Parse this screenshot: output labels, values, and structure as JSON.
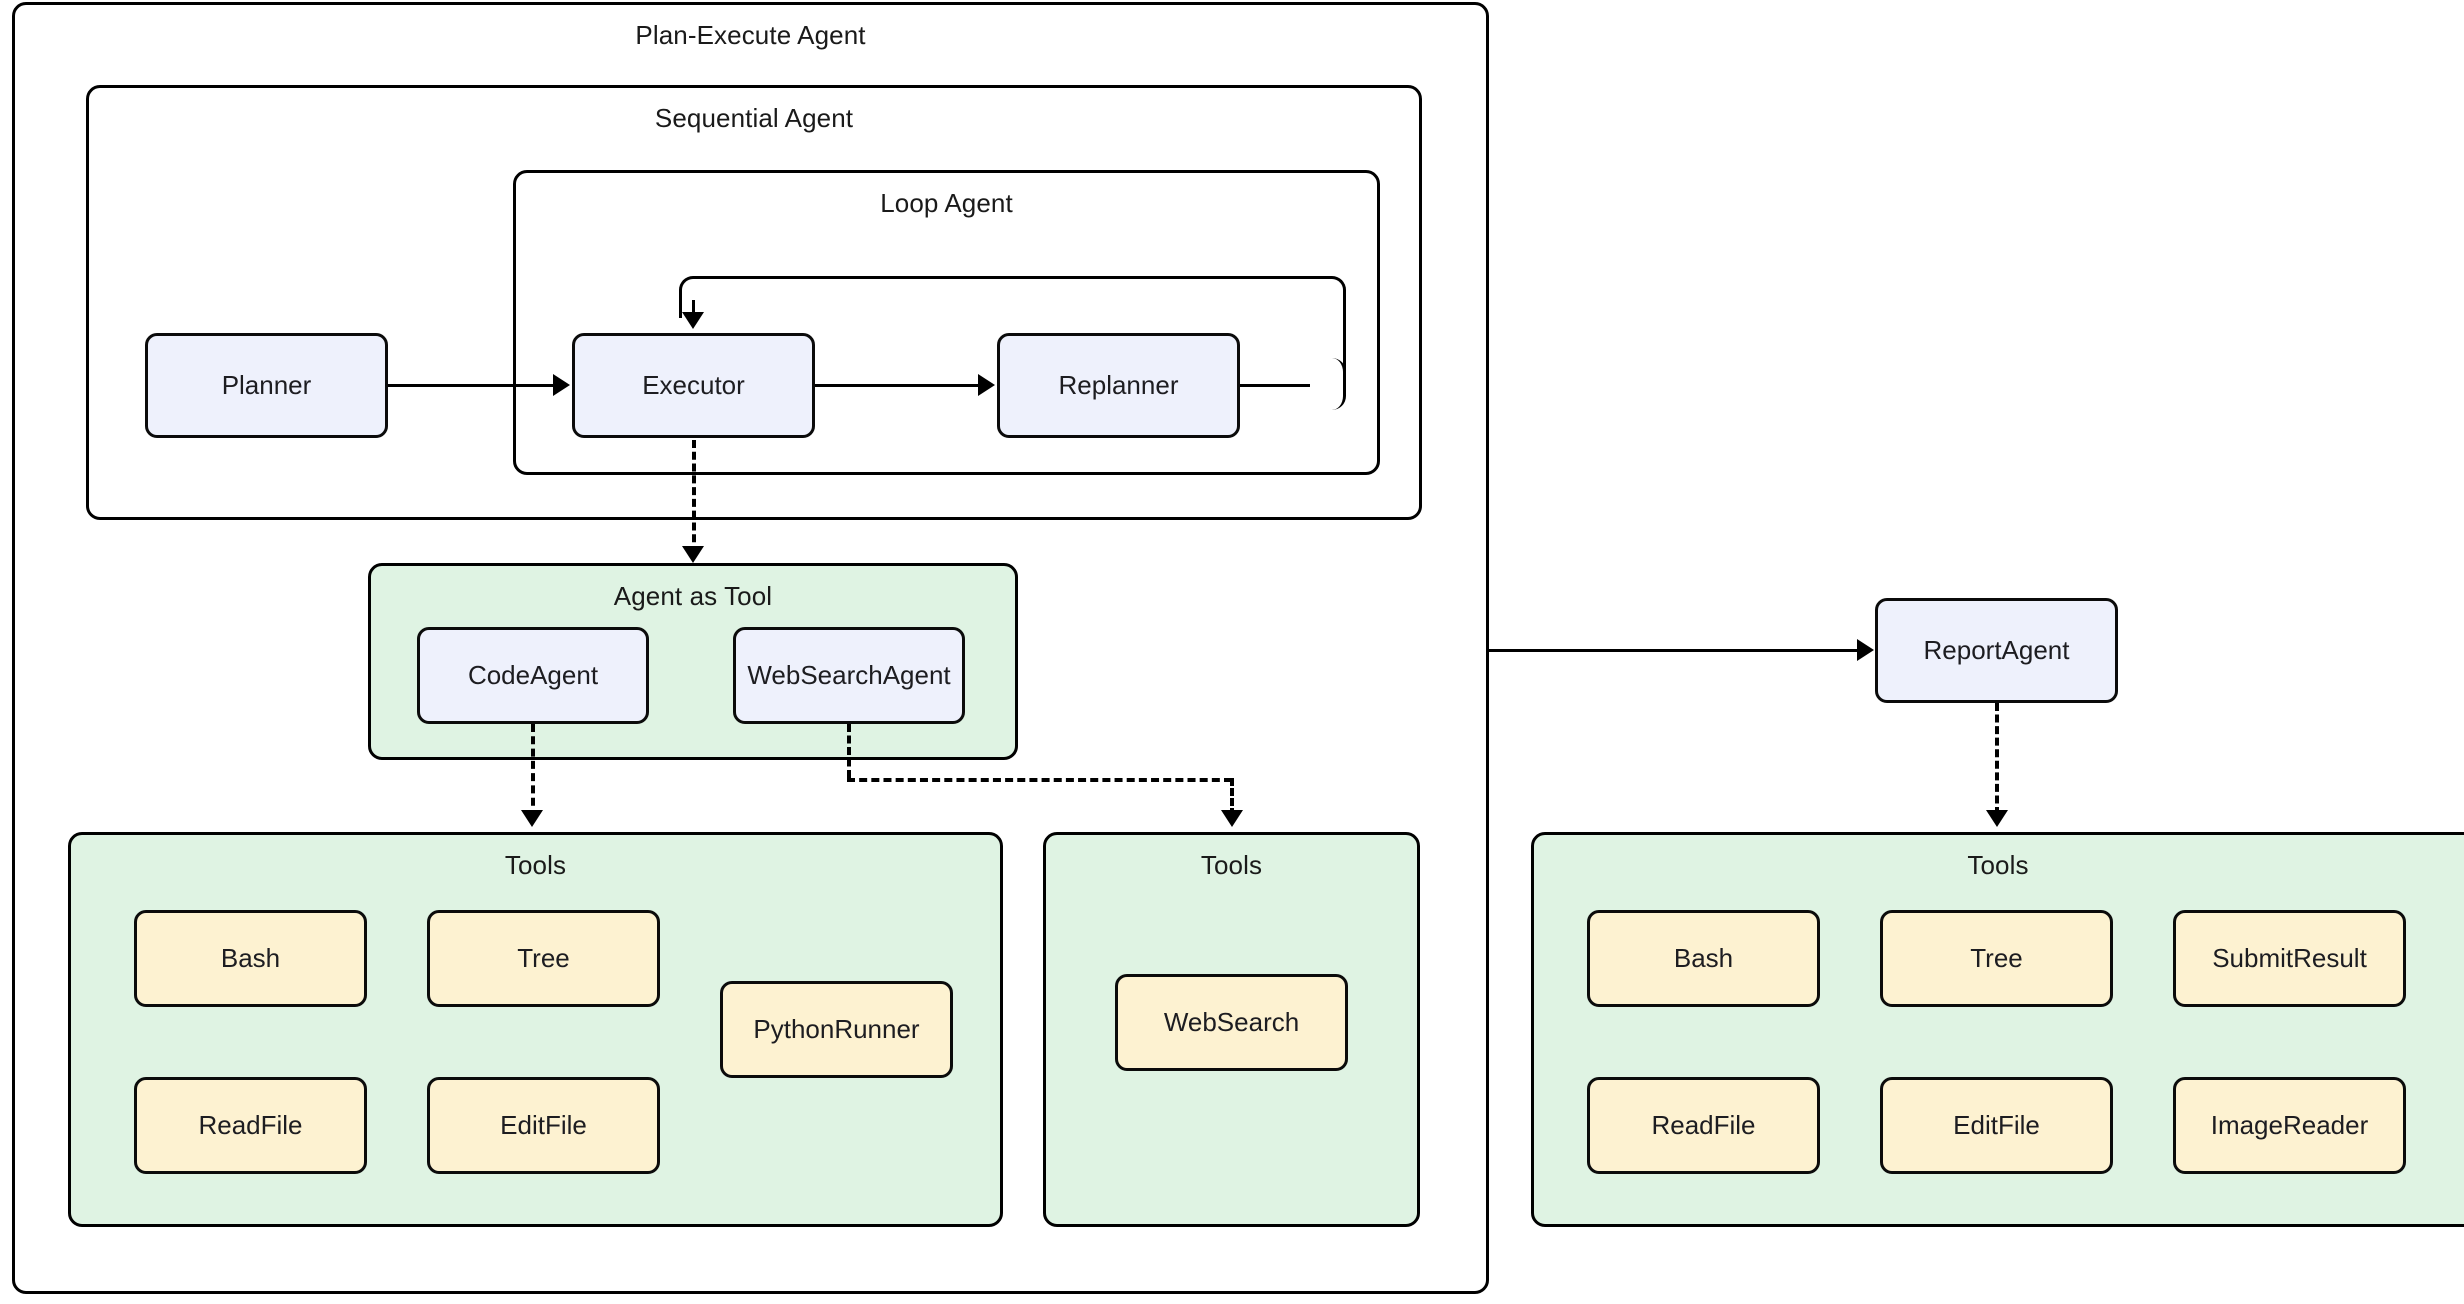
{
  "diagram": {
    "title": "Plan-Execute Agent",
    "type": "flowchart"
  },
  "containers": {
    "plan_execute_agent": {
      "label": "Plan-Execute Agent"
    },
    "sequential_agent": {
      "label": "Sequential Agent"
    },
    "loop_agent": {
      "label": "Loop Agent"
    },
    "agent_as_tool": {
      "label": "Agent as Tool"
    },
    "tools_code": {
      "label": "Tools"
    },
    "tools_websearch": {
      "label": "Tools"
    },
    "tools_report": {
      "label": "Tools"
    }
  },
  "agents": {
    "planner": {
      "label": "Planner"
    },
    "executor": {
      "label": "Executor"
    },
    "replanner": {
      "label": "Replanner"
    },
    "code_agent": {
      "label": "CodeAgent"
    },
    "websearch_agent": {
      "label": "WebSearchAgent"
    },
    "report_agent": {
      "label": "ReportAgent"
    }
  },
  "tools": {
    "code_tools": [
      {
        "label": "Bash"
      },
      {
        "label": "Tree"
      },
      {
        "label": "PythonRunner"
      },
      {
        "label": "ReadFile"
      },
      {
        "label": "EditFile"
      }
    ],
    "websearch_tools": [
      {
        "label": "WebSearch"
      }
    ],
    "report_tools": [
      {
        "label": "Bash"
      },
      {
        "label": "Tree"
      },
      {
        "label": "SubmitResult"
      },
      {
        "label": "ReadFile"
      },
      {
        "label": "EditFile"
      },
      {
        "label": "ImageReader"
      }
    ]
  },
  "colors": {
    "agent_fill": "#eef1fc",
    "tool_fill": "#fdf2d1",
    "group_fill": "#dff3e3",
    "stroke": "#000000",
    "text": "#1d1d21",
    "background": "#ffffff"
  },
  "edges": [
    {
      "from": "Planner",
      "to": "Executor",
      "style": "solid"
    },
    {
      "from": "Executor",
      "to": "Replanner",
      "style": "solid"
    },
    {
      "from": "Replanner",
      "to": "Executor",
      "style": "solid",
      "note": "loop back"
    },
    {
      "from": "Executor",
      "to": "Agent as Tool",
      "style": "dashed"
    },
    {
      "from": "CodeAgent",
      "to": "Tools",
      "style": "dashed"
    },
    {
      "from": "WebSearchAgent",
      "to": "Tools",
      "style": "dashed"
    },
    {
      "from": "Plan-Execute Agent",
      "to": "ReportAgent",
      "style": "solid"
    },
    {
      "from": "ReportAgent",
      "to": "Tools",
      "style": "dashed"
    }
  ]
}
